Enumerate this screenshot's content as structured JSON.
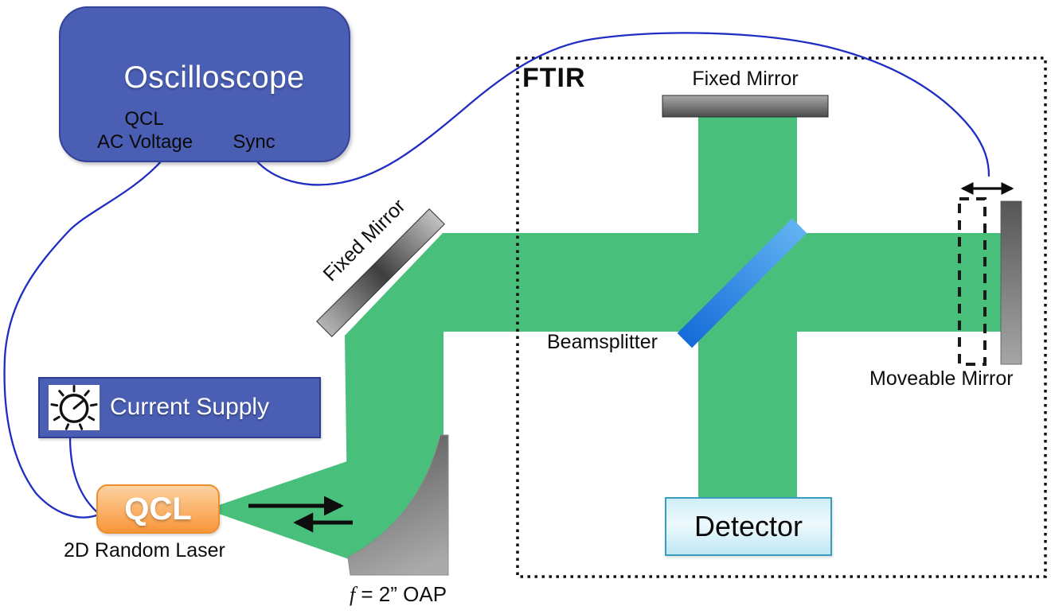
{
  "oscilloscope": {
    "title": "Oscilloscope",
    "port_qcl_line1": "QCL",
    "port_qcl_line2": "AC Voltage",
    "port_sync": "Sync"
  },
  "current_supply": {
    "label": "Current Supply",
    "icon": "dial-icon"
  },
  "laser": {
    "label": "QCL",
    "caption": "2D Random Laser"
  },
  "oap_mirror": {
    "focal_symbol": "f",
    "label_rest": " = 2” OAP"
  },
  "external_optics": {
    "fixed_mirror_diagonal": "Fixed Mirror"
  },
  "ftir": {
    "title": "FTIR",
    "fixed_mirror_top": "Fixed Mirror",
    "beamsplitter": "Beamsplitter",
    "moveable_mirror": "Moveable Mirror",
    "detector": "Detector"
  },
  "colors": {
    "beam_green": "#48c07b",
    "wire_blue": "#1f2dc2",
    "electronics_box_blue": "#4a5fb4",
    "beamsplitter_dark": "#156bd8",
    "beamsplitter_light": "#62b3f2",
    "qcl_orange": "#f8963a",
    "detector_cyan": "#cfeef8"
  }
}
